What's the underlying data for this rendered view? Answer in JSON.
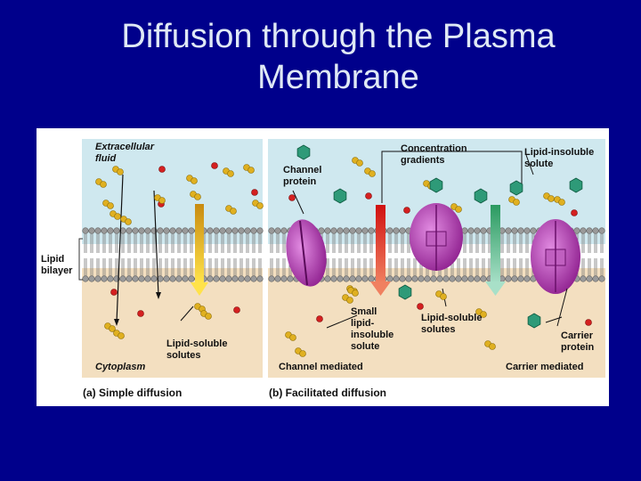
{
  "slide": {
    "title_line1": "Diffusion through the Plasma",
    "title_line2": "Membrane"
  },
  "figure": {
    "left_panel": {
      "extracellular_line1": "Extracellular",
      "extracellular_line2": "fluid",
      "lipid_line1": "Lipid",
      "lipid_line2": "bilayer",
      "solutes_line1": "Lipid-soluble",
      "solutes_line2": "solutes",
      "cytoplasm": "Cytoplasm",
      "caption": "(a) Simple diffusion"
    },
    "right_panel": {
      "channel_protein_line1": "Channel",
      "channel_protein_line2": "protein",
      "gradients_line1": "Concentration",
      "gradients_line2": "gradients",
      "insoluble_line1": "Lipid-insoluble",
      "insoluble_line2": "solute",
      "small_line1": "Small",
      "small_line2": "lipid-",
      "small_line3": "insoluble",
      "small_line4": "solute",
      "soluble_line1": "Lipid-soluble",
      "soluble_line2": "solutes",
      "carrier_line1": "Carrier",
      "carrier_line2": "protein",
      "channel_mediated": "Channel mediated",
      "carrier_mediated": "Carrier mediated",
      "caption": "(b) Facilitated diffusion"
    }
  },
  "colors": {
    "background": "#00008b",
    "title": "#dfe9f5",
    "extracellular": "#cfe8ef",
    "cytoplasm": "#f3dfc0",
    "phospholipid_head": "#9a9a9a",
    "red_solute": "#d42020",
    "yellow_solute": "#e0b020",
    "green_solute": "#2e9a78",
    "protein": "#b040b0",
    "arrow_yellow": "#e8c020",
    "arrow_red": "#e03020",
    "arrow_green": "#70c8a0"
  }
}
